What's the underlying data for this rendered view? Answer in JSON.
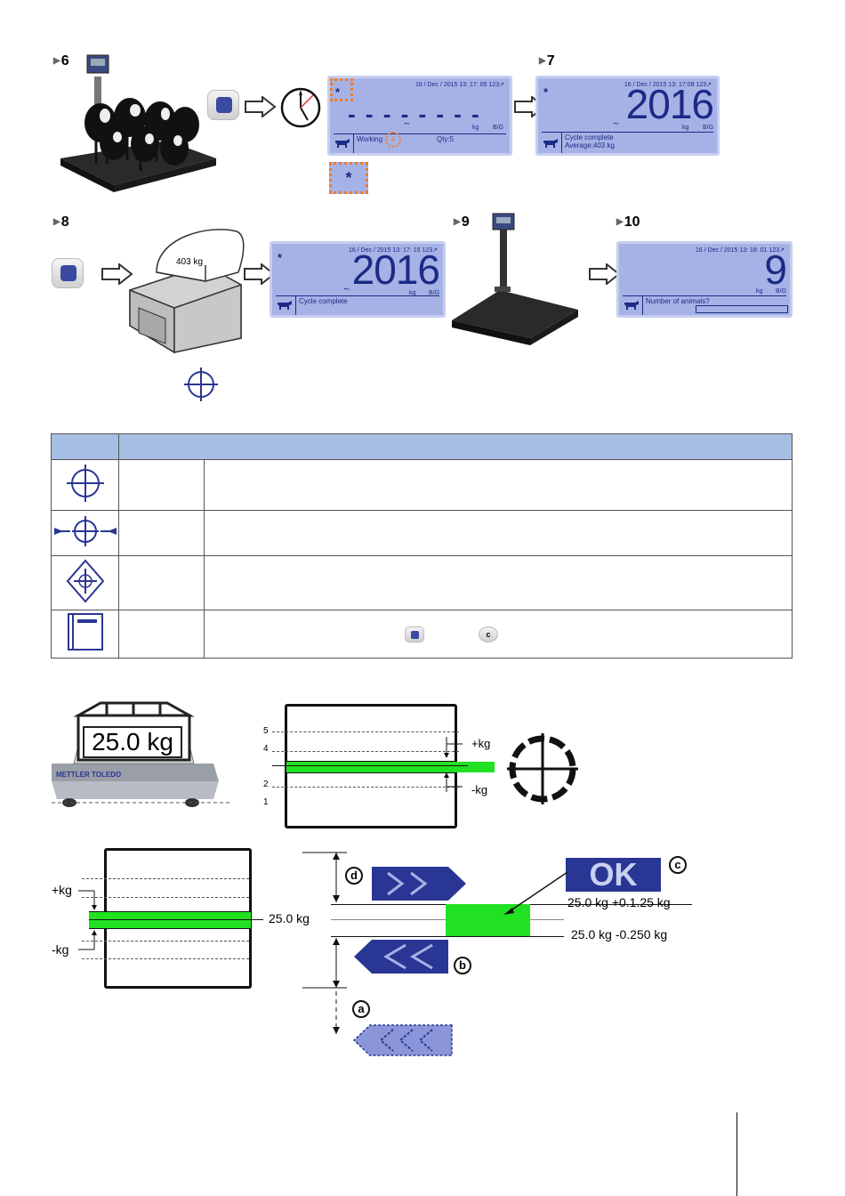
{
  "steps": {
    "s6": "6",
    "s7": "7",
    "s8": "8",
    "s9": "9",
    "s10": "10"
  },
  "display_working": {
    "date": "16 / Dec / 2015  13: 17: 05  123↗",
    "asterisk": "*",
    "value": "- - - - - - - -",
    "tilde": "~",
    "unit": "kg",
    "mode": "B/G",
    "status": "Working",
    "status_num": "4",
    "qty": "Qty:5"
  },
  "display_cycle1": {
    "date": "16 / Dec / 2015  13: 17:09  123↗",
    "asterisk": "*",
    "value": "2016",
    "tilde": "~",
    "unit": "kg",
    "mode": "B/G",
    "status1": "Cycle complete",
    "status2": "Average:403 kg"
  },
  "display_cycle2": {
    "date": "16 / Dec / 2015  13: 17: 15  123↗",
    "asterisk": "*",
    "value": "2016",
    "tilde": "~",
    "unit": "kg",
    "mode": "B/G",
    "status1": "Cycle complete"
  },
  "display_count": {
    "date": "16 / Dec / 2015  13: 18: 01  123↗",
    "value": "9",
    "unit": "kg",
    "mode": "B/G",
    "status1": "Number of animals?"
  },
  "printer_ticket": "403 kg",
  "asterisk_callout": "*",
  "table": {
    "header": [
      "",
      ""
    ],
    "key_c_label": "c"
  },
  "bottom": {
    "scale_display": "25.0 kg",
    "brand": "METTLER TOLEDO",
    "ticks": [
      "5",
      "4",
      "2",
      "1"
    ],
    "plus_kg": "+kg",
    "minus_kg": "-kg",
    "target": "25.0 kg",
    "ok": "OK",
    "upper": "25.0 kg +0.1.25 kg",
    "lower": "25.0 kg -0.250 kg",
    "labels": {
      "a": "a",
      "b": "b",
      "c": "c",
      "d": "d"
    }
  },
  "colors": {
    "lcd": "#a6b2e6",
    "lcd_text": "#1c2a86",
    "table_header": "#a6bfe3",
    "green": "#22e022",
    "orange": "#f07a2a",
    "navy": "#2a3694"
  }
}
